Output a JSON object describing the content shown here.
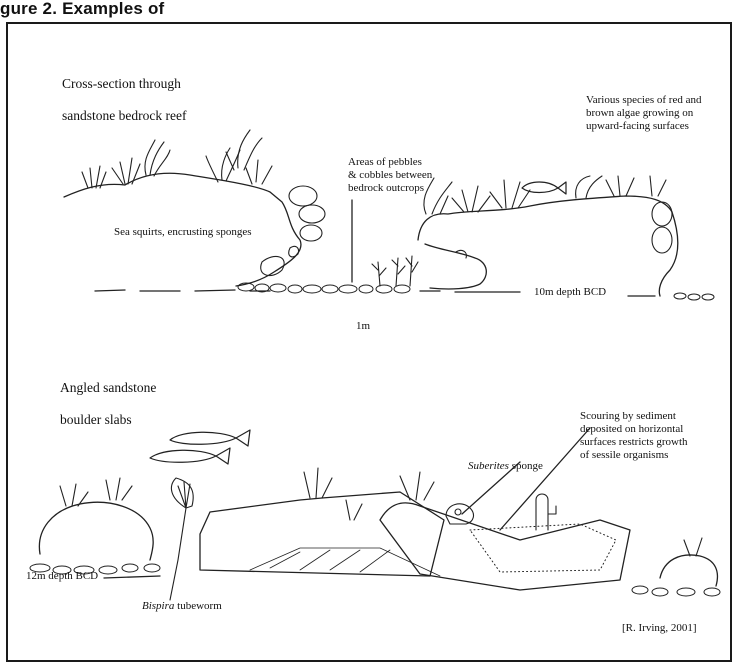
{
  "heading": "gure 2. Examples of",
  "top": {
    "title_line1": "Cross-section through",
    "title_line2": "sandstone bedrock reef",
    "algae_note": "Various species of red and\nbrown algae growing on\nupward-facing surfaces",
    "pebbles_note": "Areas of pebbles\n& cobbles between\nbedrock outcrops",
    "squirts_note": "Sea squirts, encrusting sponges",
    "depth_label": "10m depth BCD",
    "scale_label": "1m"
  },
  "bottom": {
    "title_line1": "Angled sandstone",
    "title_line2": "boulder slabs",
    "scouring_note": "Scouring by sediment\ndeposited on horizontal\nsurfaces restricts growth\nof sessile organisms",
    "sponge_italic": "Suberites",
    "sponge_rest": " sponge",
    "depth_label": "12m depth BCD",
    "worm_italic": "Bispira",
    "worm_rest": " tubeworm",
    "credit": "[R. Irving, 2001]"
  }
}
